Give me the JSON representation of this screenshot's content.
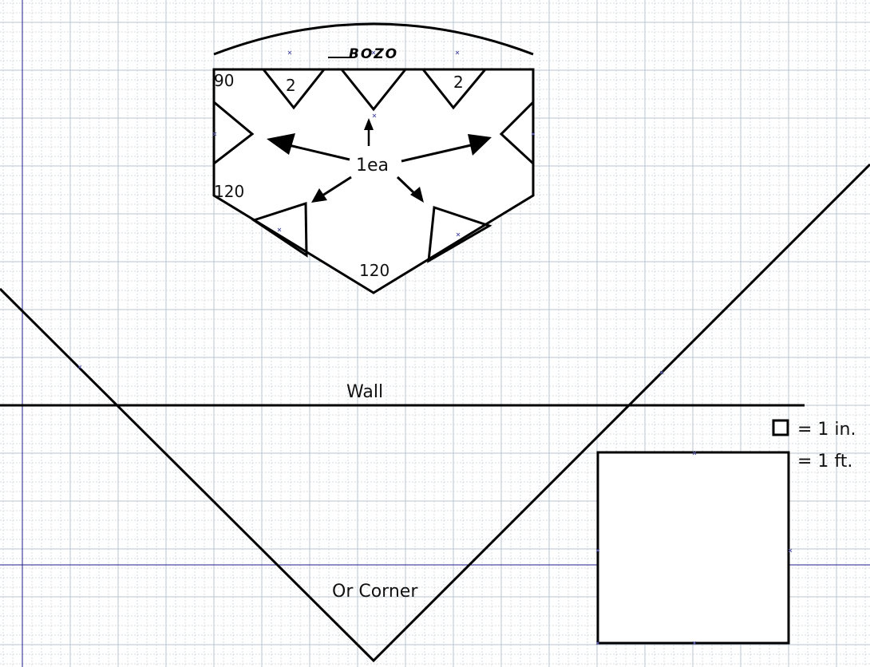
{
  "logo_text": "BOZO",
  "labels": {
    "angle_top_left": "90",
    "angle_left": "120",
    "angle_bottom": "120",
    "count_left": "2",
    "count_right": "2",
    "each": "1ea",
    "wall": "Wall",
    "corner": "Or Corner"
  },
  "legend": {
    "small": "= 1 in.",
    "large": "= 1 ft."
  },
  "colors": {
    "grid_minor": "#d4dde3",
    "grid_major": "#b9c6cf",
    "guide": "#1c1c8a",
    "ink": "#000000"
  }
}
